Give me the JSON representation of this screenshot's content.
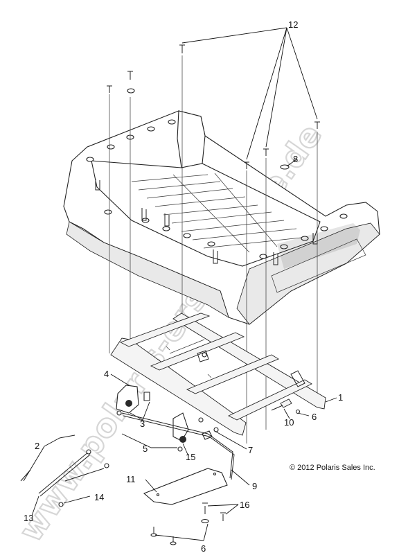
{
  "diagram": {
    "copyright": "© 2012 Polaris Sales Inc.",
    "watermark": "www.polaris-ersatzteile.de",
    "callouts": {
      "c1": "1",
      "c2": "2",
      "c3": "3",
      "c4": "4",
      "c5": "5",
      "c6a": "6",
      "c6b": "6",
      "c7": "7",
      "c8": "8",
      "c9": "9",
      "c10": "10",
      "c11": "11",
      "c12": "12",
      "c13": "13",
      "c14": "14",
      "c15": "15",
      "c16": "16"
    }
  }
}
